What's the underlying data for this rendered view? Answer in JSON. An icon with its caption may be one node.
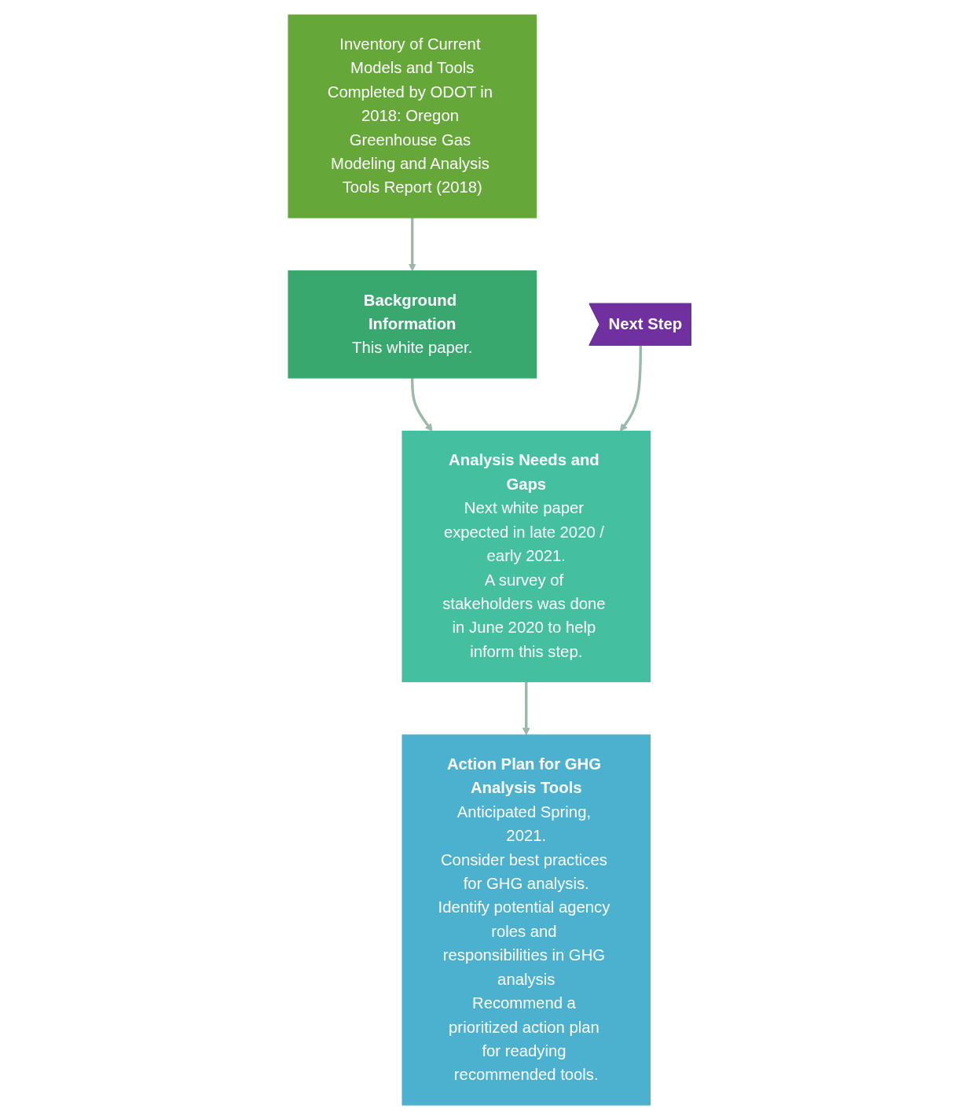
{
  "diagram": {
    "nodes": [
      {
        "text": [
          "Inventory of Current Models and Tools",
          "Completed by ODOT in 2018: Oregon Greenhouse Gas Modeling and Analysis Tools Report (2018)"
        ]
      },
      {
        "text": [
          "Background Information",
          "This white paper."
        ]
      },
      {
        "text": [
          "Analysis Needs and Gaps",
          "Next white paper expected in late 2020 / early 2021.",
          "A survey of stakeholders was done in June 2020 to help inform this step."
        ]
      },
      {
        "text": [
          "Action Plan for GHG Analysis Tools",
          "Anticipated Spring, 2021.",
          "Consider best practices for GHG analysis.",
          "Identify potential agency roles and responsibilities in GHG analysis",
          "Recommend a prioritized action plan for readying recommended tools."
        ]
      },
      {
        "text": [
          "Next Step"
        ]
      }
    ],
    "edges": [
      {
        "from": 0,
        "to": 1,
        "arrow": "to"
      },
      {
        "from": 1,
        "to": 2,
        "arrow": "to"
      },
      {
        "from": 2,
        "to": 3,
        "arrow": "to"
      },
      {
        "from": 4,
        "to": 2,
        "arrow": "to"
      }
    ]
  }
}
